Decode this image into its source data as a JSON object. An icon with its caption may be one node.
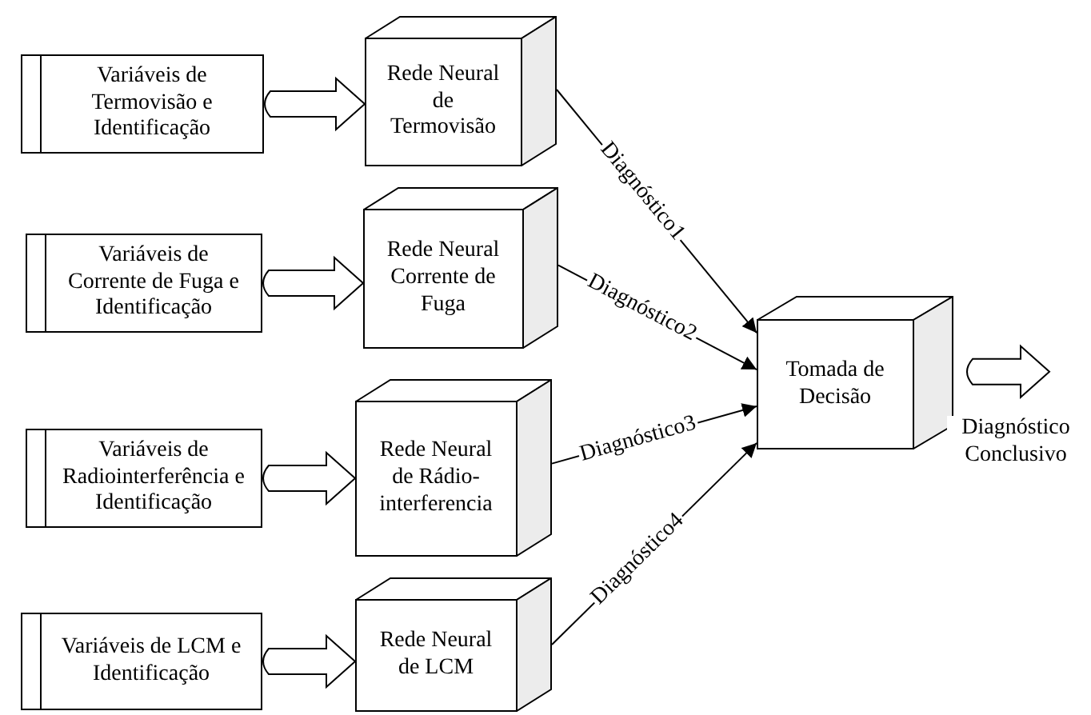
{
  "diagram": {
    "nodes": [
      {
        "text": [
          "Variáveis de Termovisão e Identificação"
        ]
      },
      {
        "text": [
          "Variáveis de Corrente de Fuga e Identificação"
        ]
      },
      {
        "text": [
          "Variáveis de Radiointerferência e Identificação"
        ]
      },
      {
        "text": [
          "Variáveis de LCM e Identificação"
        ]
      },
      {
        "text": [
          "Rede Neural de Termovisão"
        ]
      },
      {
        "text": [
          "Rede Neural Corrente de Fuga"
        ]
      },
      {
        "text": [
          "Rede Neural de Rádio-interferencia"
        ]
      },
      {
        "text": [
          "Rede Neural de LCM"
        ]
      },
      {
        "text": [
          "Tomada de Decisão"
        ]
      }
    ],
    "edges": [
      {
        "from": 0,
        "to": 4,
        "arrow": "to",
        "style": "thick"
      },
      {
        "from": 1,
        "to": 5,
        "arrow": "to",
        "style": "thick"
      },
      {
        "from": 2,
        "to": 6,
        "arrow": "to",
        "style": "thick"
      },
      {
        "from": 3,
        "to": 7,
        "arrow": "to",
        "style": "thick"
      },
      {
        "from": 4,
        "to": 8,
        "arrow": "to",
        "label": "Diagnóstico1"
      },
      {
        "from": 5,
        "to": 8,
        "arrow": "to",
        "label": "Diagnóstico2"
      },
      {
        "from": 6,
        "to": 8,
        "arrow": "to",
        "label": "Diagnóstico3"
      },
      {
        "from": 7,
        "to": 8,
        "arrow": "to",
        "label": "Diagnóstico4"
      },
      {
        "from": 8,
        "to": null,
        "arrow": "to",
        "style": "thick",
        "label": "Diagnóstico Conclusivo"
      }
    ]
  }
}
